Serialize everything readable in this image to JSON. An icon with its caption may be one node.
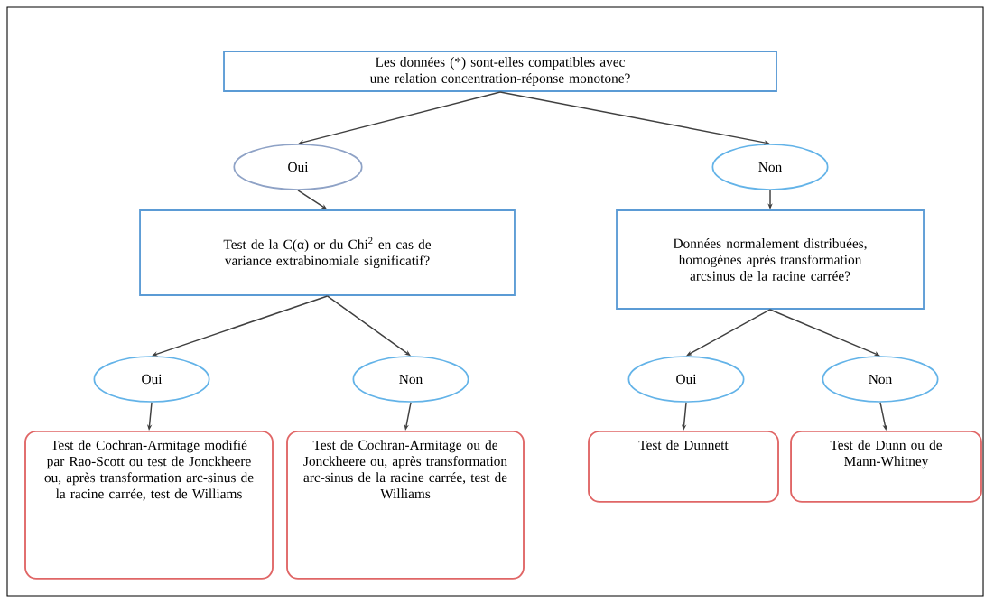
{
  "diagram": {
    "nodes": [
      {
        "text": [
          "Les données (*) sont-elles compatibles avec une relation concentration-réponse monotone?"
        ]
      },
      {
        "text": [
          "Oui"
        ]
      },
      {
        "text": [
          "Non"
        ]
      },
      {
        "text": [
          "Test de la C(α) or du Chi$^{2}$ en cas de variance extrabinomiale significatif?"
        ]
      },
      {
        "text": [
          "Données normalement distribuées, homogènes après transformation arcsinus de la racine carrée?"
        ]
      },
      {
        "text": [
          "Oui"
        ]
      },
      {
        "text": [
          "Non"
        ]
      },
      {
        "text": [
          "Oui"
        ]
      },
      {
        "text": [
          "Non"
        ]
      },
      {
        "text": [
          "Test de Cochran-Armitage modifié par Rao-Scott ou test de Jonckheere ou, après transformation arc-sinus de la racine carrée, test de Williams"
        ]
      },
      {
        "text": [
          "Test de Cochran-Armitage ou de Jonckheere ou, après transformation arc-sinus de la racine carrée, test de Williams"
        ]
      },
      {
        "text": [
          "Test de Dunnett"
        ]
      },
      {
        "text": [
          "Test de Dunn ou de Mann-Whitney"
        ]
      }
    ],
    "edges": [
      {
        "from": 0,
        "to": 1,
        "arrow": "to"
      },
      {
        "from": 0,
        "to": 2,
        "arrow": "to"
      },
      {
        "from": 1,
        "to": 3,
        "arrow": "to"
      },
      {
        "from": 2,
        "to": 4,
        "arrow": "to"
      },
      {
        "from": 3,
        "to": 5,
        "arrow": "to"
      },
      {
        "from": 3,
        "to": 6,
        "arrow": "to"
      },
      {
        "from": 4,
        "to": 7,
        "arrow": "to"
      },
      {
        "from": 4,
        "to": 8,
        "arrow": "to"
      },
      {
        "from": 5,
        "to": 9,
        "arrow": "to"
      },
      {
        "from": 6,
        "to": 10,
        "arrow": "to"
      },
      {
        "from": 7,
        "to": 11,
        "arrow": "to"
      },
      {
        "from": 8,
        "to": 12,
        "arrow": "to"
      }
    ]
  }
}
